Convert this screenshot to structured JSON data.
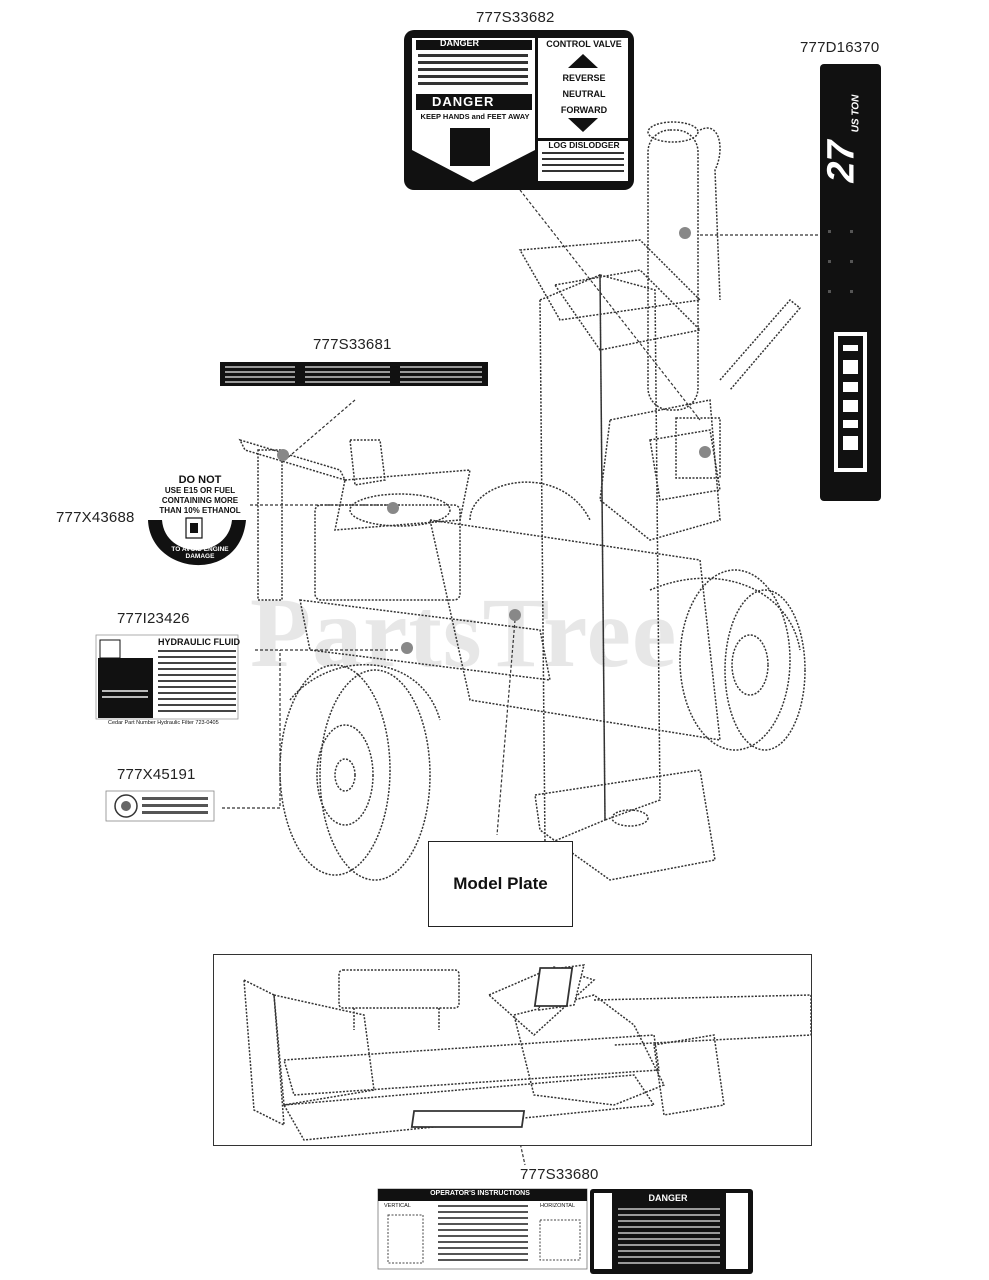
{
  "part_numbers": {
    "p1": "777S33682",
    "p2": "777D16370",
    "p3": "777S33681",
    "p4": "777X43688",
    "p5": "777I23426",
    "p6": "777X45191",
    "p7": "777S33680"
  },
  "model_plate": "Model Plate",
  "watermark": "PartsTree",
  "decal_control": {
    "danger": "DANGER",
    "danger2": "DANGER",
    "keep_hands": "KEEP HANDS and FEET AWAY",
    "control_valve": "CONTROL VALVE",
    "reverse": "REVERSE",
    "neutral": "NEUTRAL",
    "forward": "FORWARD",
    "log_dislodger": "LOG DISLODGER"
  },
  "decal_tonnage": {
    "tons": "27",
    "unit": "US TON"
  },
  "decal_fuel": {
    "line1": "DO NOT",
    "line2": "USE E15 OR FUEL",
    "line3": "CONTAINING MORE",
    "line4": "THAN 10% ETHANOL",
    "arc": "TO AVOID ENGINE DAMAGE"
  },
  "decal_hydraulic": {
    "title": "HYDRAULIC FLUID",
    "footer": "Cedar Part Number Hydraulic Filter 723-0405"
  },
  "decal_operator": {
    "title": "OPERATOR'S INSTRUCTIONS",
    "danger": "DANGER",
    "vertical": "VERTICAL",
    "horizontal": "HORIZONTAL"
  }
}
